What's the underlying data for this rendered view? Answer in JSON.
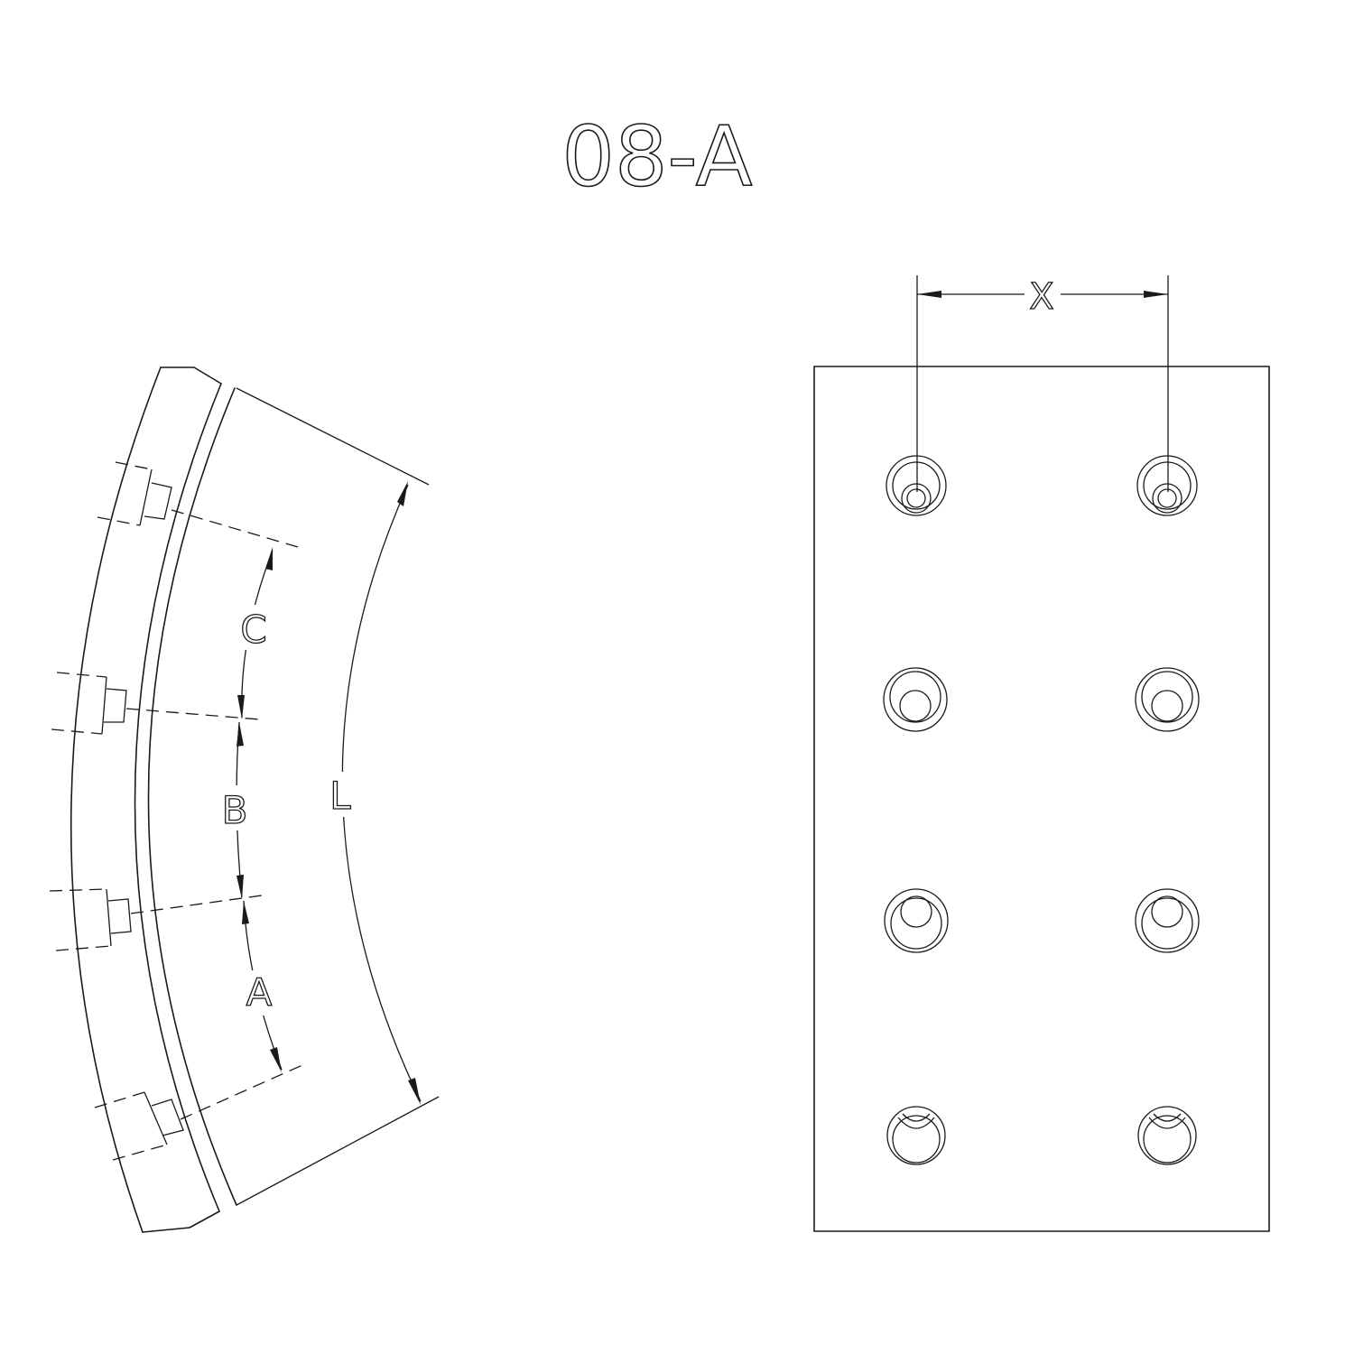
{
  "title": "08-A",
  "dimension_labels": {
    "c": "C",
    "b": "B",
    "a": "A",
    "l": "L",
    "x": "X"
  }
}
